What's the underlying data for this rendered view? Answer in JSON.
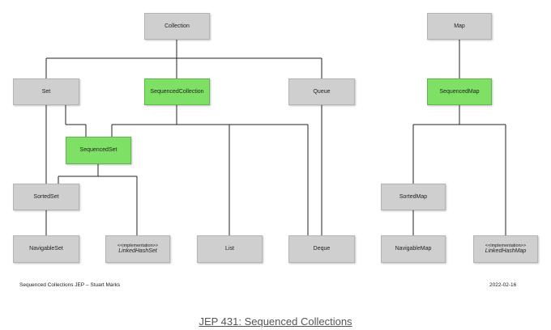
{
  "nodes": {
    "collection": {
      "label": "Collection"
    },
    "map": {
      "label": "Map"
    },
    "set": {
      "label": "Set"
    },
    "sequenced_collection": {
      "label": "SequencedCollection"
    },
    "queue": {
      "label": "Queue"
    },
    "sequenced_map": {
      "label": "SequencedMap"
    },
    "sequenced_set": {
      "label": "SequencedSet"
    },
    "sorted_set": {
      "label": "SortedSet"
    },
    "sorted_map": {
      "label": "SortedMap"
    },
    "navigable_set": {
      "label": "NavigableSet"
    },
    "linked_hash_set": {
      "stereotype": "<<implementation>>",
      "label": "LinkedHashSet"
    },
    "list": {
      "label": "List"
    },
    "deque": {
      "label": "Deque"
    },
    "navigable_map": {
      "label": "NavigableMap"
    },
    "linked_hash_map": {
      "stereotype": "<<implementation>>",
      "label": "LinkedHashMap"
    }
  },
  "footer": {
    "left": "Sequenced Collections JEP – Stuart Marks",
    "right": "2022-02-16"
  },
  "caption": "JEP 431: Sequenced Collections",
  "colors": {
    "node_fill": "#cfcfcf",
    "highlight_fill": "#7ee064",
    "connector": "#222222"
  }
}
